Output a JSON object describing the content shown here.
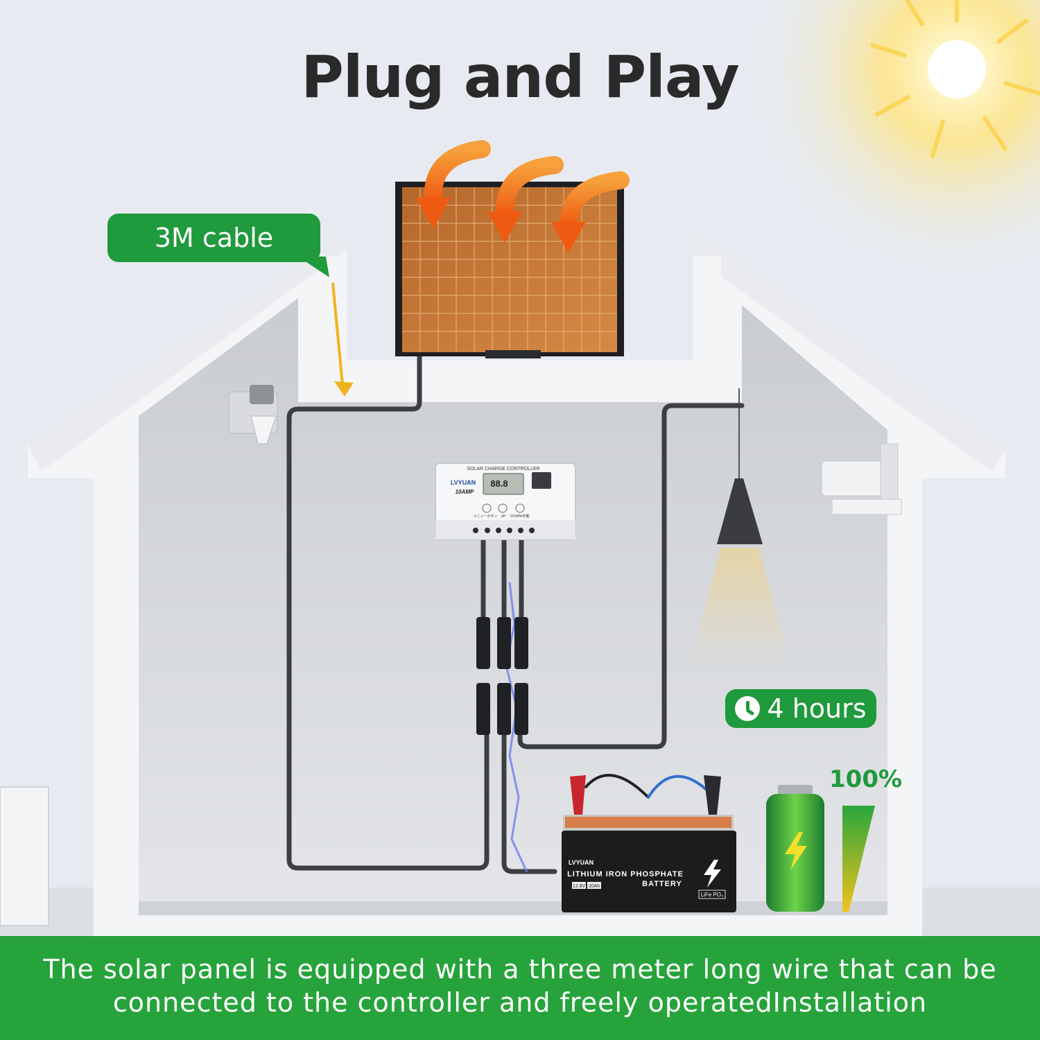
{
  "title": "Plug and Play",
  "callouts": {
    "cable": "3M cable",
    "duration": "4 hours",
    "charge_level": "100%"
  },
  "controller": {
    "label": "SOLAR CHARGE CONTROLLER",
    "brand": "LVYUAN",
    "rating": "10AMP",
    "display": "88.8",
    "buttons": [
      "メニューボタン",
      "UP",
      "DOWN/手動"
    ]
  },
  "battery": {
    "brand": "LVYUAN",
    "line1": "LITHIUM IRON PHOSPHATE",
    "line2": "BATTERY",
    "voltage": "12.8V",
    "capacity": "20Ah",
    "chemistry": "LiFe PO₄"
  },
  "footer": "The solar panel is equipped with a three meter long wire that can be connected to the controller and freely operatedInstallation",
  "colors": {
    "accent_green": "#1f9a3c",
    "footer_green": "#27a33c",
    "arrow_orange": "#f47a1f",
    "panel_orange": "#c9752f",
    "sun_yellow": "#fde58a"
  },
  "icons": [
    "sun-icon",
    "clock-icon",
    "lightning-icon",
    "battery-charge-icon",
    "down-arrow-icon"
  ]
}
